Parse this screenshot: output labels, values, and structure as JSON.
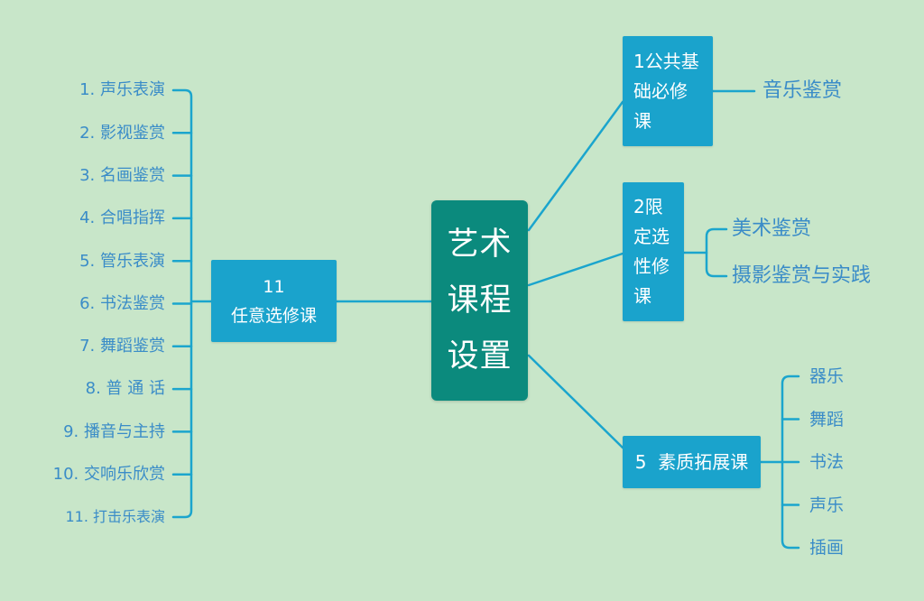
{
  "colors": {
    "background": "#c8e6c9",
    "central_node": "#0b8a7d",
    "branch_node": "#1aa3cc",
    "connector": "#1ba5cd",
    "leaf_text": "#3a8cc8",
    "node_text": "#ffffff"
  },
  "center": {
    "lines": [
      "艺术",
      "课程",
      "设置"
    ]
  },
  "left_branch": {
    "label_lines": [
      "11",
      "任意选修课"
    ],
    "items": [
      "1. 声乐表演",
      "2. 影视鉴赏",
      "3. 名画鉴赏",
      "4. 合唱指挥",
      "5. 管乐表演",
      "6. 书法鉴赏",
      "7. 舞蹈鉴赏",
      "8. 普 通 话",
      "9. 播音与主持",
      "10. 交响乐欣赏",
      "11. 打击乐表演"
    ]
  },
  "right_branches": [
    {
      "label_lines": [
        "1公共基",
        "础必修",
        "课"
      ],
      "items": [
        "音乐鉴赏"
      ]
    },
    {
      "label_lines": [
        "2限",
        "定选",
        "性修",
        "课"
      ],
      "items": [
        "美术鉴赏",
        "摄影鉴赏与实践"
      ]
    },
    {
      "label_lines": [
        "5  素质拓展课"
      ],
      "items": [
        "器乐",
        "舞蹈",
        "书法",
        "声乐",
        "插画"
      ]
    }
  ]
}
